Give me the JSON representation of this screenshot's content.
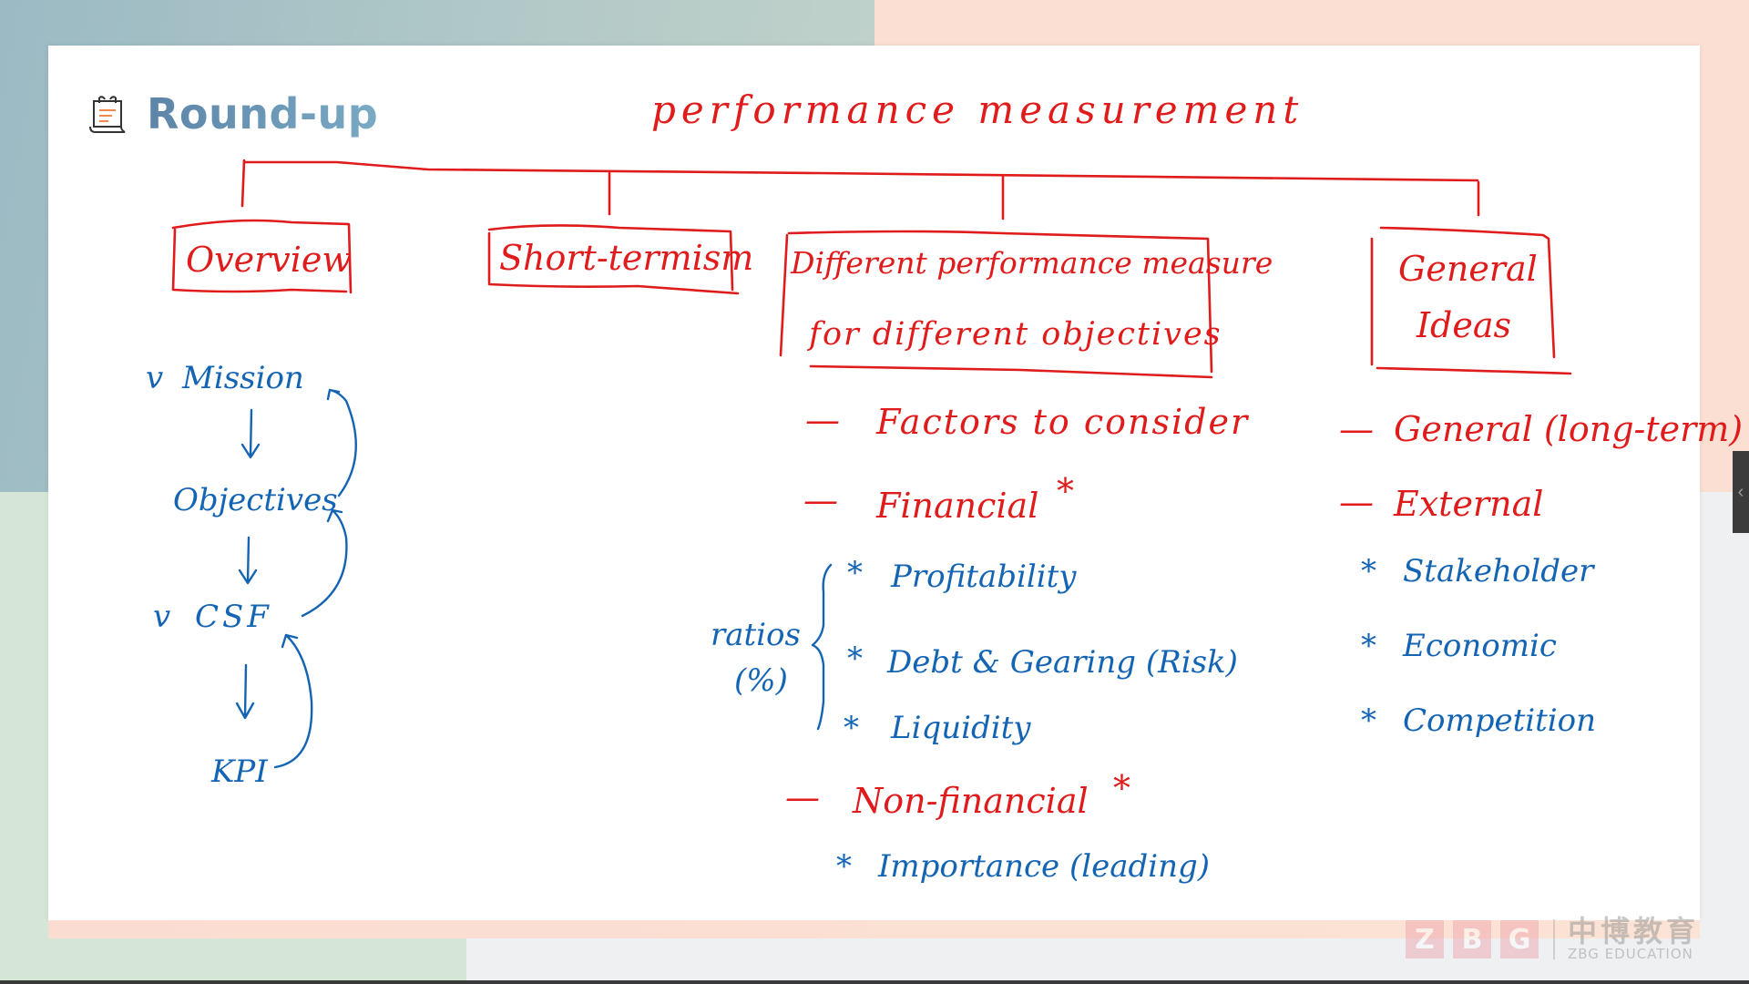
{
  "slide": {
    "title": "Round-up",
    "title_icon": "notepad-icon",
    "heading": "performance measurement"
  },
  "branches": [
    {
      "label": "Overview",
      "items": [
        "Mission",
        "Objectives",
        "CSF",
        "KPI"
      ],
      "check_marks": [
        "v",
        "v"
      ]
    },
    {
      "label": "Short-termism",
      "items": []
    },
    {
      "label_line1": "Different performance measure",
      "label_line2": "for different objectives",
      "items": [
        {
          "text": "Factors to consider",
          "marker": "—"
        },
        {
          "text": "Financial",
          "marker": "—",
          "star": "*"
        },
        {
          "text": "Non-financial",
          "marker": "—",
          "star": "*"
        }
      ],
      "ratios_label_1": "ratios",
      "ratios_label_2": "(%)",
      "financial_subitems": [
        {
          "text": "Profitability",
          "marker": "*"
        },
        {
          "text": "Debt & Gearing (Risk)",
          "marker": "*"
        },
        {
          "text": "Liquidity",
          "marker": "*"
        }
      ],
      "nonfinancial_subitems": [
        {
          "text": "Importance (leading)",
          "marker": "*"
        }
      ]
    },
    {
      "label_line1": "General",
      "label_line2": "Ideas",
      "items": [
        {
          "text": "General (long-term)",
          "marker": "—"
        },
        {
          "text": "External",
          "marker": "—"
        }
      ],
      "subitems": [
        {
          "text": "Stakeholder",
          "marker": "*"
        },
        {
          "text": "Economic",
          "marker": "*"
        },
        {
          "text": "Competition",
          "marker": "*"
        }
      ]
    }
  ],
  "nav": {
    "prev_icon": "chevron-left-icon",
    "prev_glyph": "‹"
  },
  "logo": {
    "letters": [
      "Z",
      "B",
      "G"
    ],
    "chinese": "中博教育",
    "english": "ZBG EDUCATION"
  },
  "colors": {
    "ink_red": "#e01b1b",
    "ink_blue": "#1464b4",
    "title": "#6a94b4"
  }
}
